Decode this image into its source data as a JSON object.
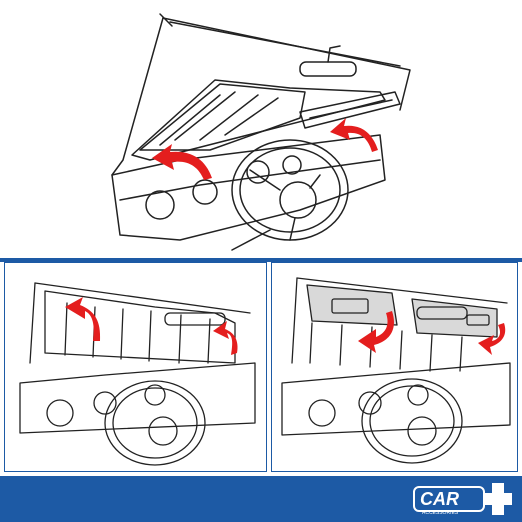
{
  "brand": {
    "name": "CAR",
    "tagline": "ACCESSORIES",
    "color_primary": "#1d5aa5",
    "color_white": "#ffffff"
  },
  "illustrations": {
    "step_top": "sunshade-installation-windshield",
    "step_left": "sunshade-folded-visor",
    "step_right": "sunshade-secured-visor"
  },
  "colors": {
    "arrow": "#e41e1e",
    "line": "#222222",
    "panel_border": "#1d5aa5"
  }
}
